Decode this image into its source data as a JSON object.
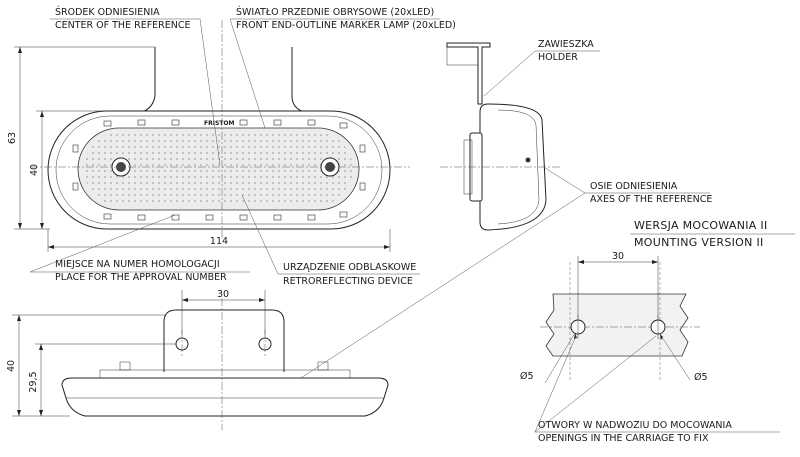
{
  "labels": {
    "reference_center_pl": "ŚRODEK ODNIESIENIA",
    "reference_center_en": "CENTER OF THE REFERENCE",
    "lamp_pl": "ŚWIATŁO PRZEDNIE OBRYSOWE (20xLED)",
    "lamp_en": "FRONT END-OUTLINE MARKER LAMP (20xLED)",
    "holder_pl": "ZAWIESZKA",
    "holder_en": "HOLDER",
    "axes_pl": "OSIE ODNIESIENIA",
    "axes_en": "AXES OF THE REFERENCE",
    "approval_pl": "MIEJSCE NA NUMER HOMOLOGACJI",
    "approval_en": "PLACE FOR THE APPROVAL NUMBER",
    "retro_pl": "URZĄDZENIE ODBLASKOWE",
    "retro_en": "RETROREFLECTING DEVICE",
    "openings_pl": "OTWORY W NADWOZIU DO MOCOWANIA",
    "openings_en": "OPENINGS IN THE CARRIAGE TO FIX",
    "brand": "FRISTOM"
  },
  "version": {
    "title_pl": "WERSJA MOCOWANIA II",
    "title_en": "MOUNTING VERSION II"
  },
  "dimensions": {
    "total_height": "63",
    "lens_height": "40",
    "length": "114",
    "hole_spacing": "30",
    "side_height": "40",
    "side_mid_height": "29,5",
    "mount_spacing": "30",
    "hole_dia_left": "Ø5",
    "hole_dia_right": "Ø5"
  }
}
